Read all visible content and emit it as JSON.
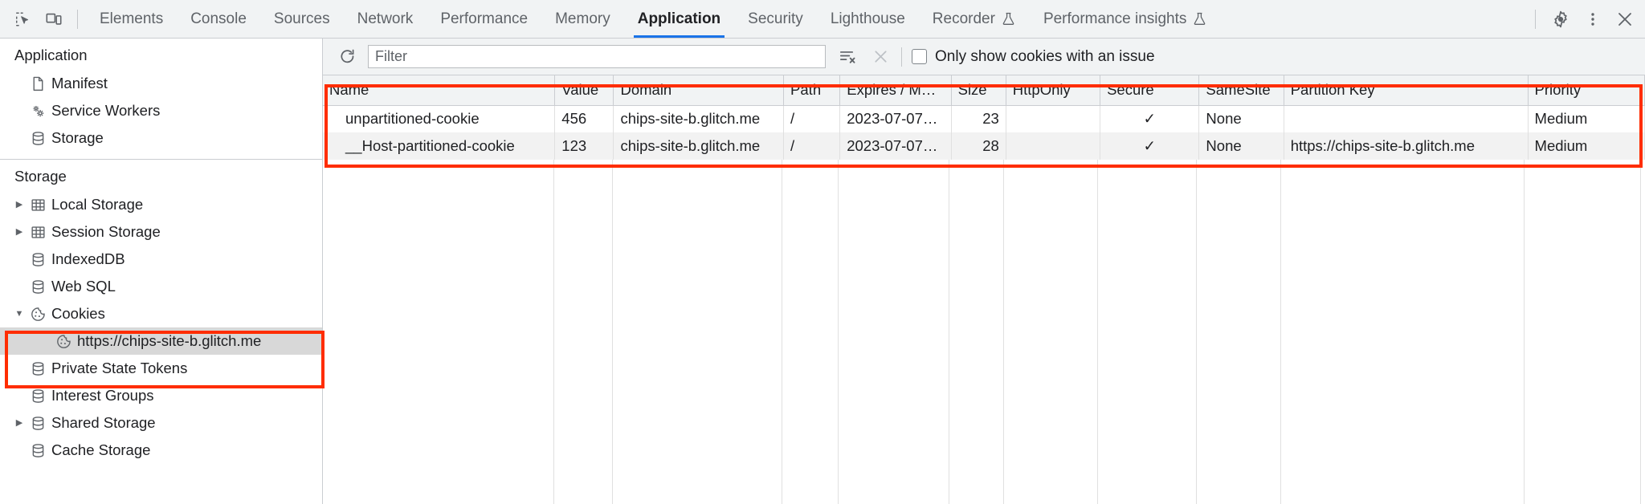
{
  "toolbar": {
    "left_icons": [
      {
        "name": "inspect-element-icon",
        "label": "Inspect element"
      },
      {
        "name": "device-toolbar-icon",
        "label": "Toggle device toolbar"
      }
    ],
    "tabs": [
      {
        "label": "Elements",
        "active": false,
        "experimental": false
      },
      {
        "label": "Console",
        "active": false,
        "experimental": false
      },
      {
        "label": "Sources",
        "active": false,
        "experimental": false
      },
      {
        "label": "Network",
        "active": false,
        "experimental": false
      },
      {
        "label": "Performance",
        "active": false,
        "experimental": false
      },
      {
        "label": "Memory",
        "active": false,
        "experimental": false
      },
      {
        "label": "Application",
        "active": true,
        "experimental": false
      },
      {
        "label": "Security",
        "active": false,
        "experimental": false
      },
      {
        "label": "Lighthouse",
        "active": false,
        "experimental": false
      },
      {
        "label": "Recorder",
        "active": false,
        "experimental": true
      },
      {
        "label": "Performance insights",
        "active": false,
        "experimental": true
      }
    ],
    "right_icons": [
      {
        "name": "settings-gear-icon",
        "label": "Settings"
      },
      {
        "name": "more-options-icon",
        "label": "Customize and control DevTools"
      },
      {
        "name": "close-devtools-icon",
        "label": "Close DevTools"
      }
    ],
    "active_tab_underline_color": "#1a73e8"
  },
  "sidebar": {
    "sections": [
      {
        "title": "Application",
        "items": [
          {
            "label": "Manifest",
            "icon": "manifest-document-icon",
            "arrow": "none",
            "depth": 1,
            "selected": false
          },
          {
            "label": "Service Workers",
            "icon": "service-workers-gears-icon",
            "arrow": "none",
            "depth": 1,
            "selected": false
          },
          {
            "label": "Storage",
            "icon": "database-icon",
            "arrow": "none",
            "depth": 1,
            "selected": false
          }
        ]
      },
      {
        "title": "Storage",
        "items": [
          {
            "label": "Local Storage",
            "icon": "table-grid-icon",
            "arrow": "collapsed",
            "depth": 1,
            "selected": false
          },
          {
            "label": "Session Storage",
            "icon": "table-grid-icon",
            "arrow": "collapsed",
            "depth": 1,
            "selected": false
          },
          {
            "label": "IndexedDB",
            "icon": "database-icon",
            "arrow": "none",
            "depth": 1,
            "selected": false
          },
          {
            "label": "Web SQL",
            "icon": "database-icon",
            "arrow": "none",
            "depth": 1,
            "selected": false
          },
          {
            "label": "Cookies",
            "icon": "cookie-icon",
            "arrow": "expanded",
            "depth": 1,
            "selected": false
          },
          {
            "label": "https://chips-site-b.glitch.me",
            "icon": "cookie-icon",
            "arrow": "none",
            "depth": 2,
            "selected": true
          },
          {
            "label": "Private State Tokens",
            "icon": "database-icon",
            "arrow": "none",
            "depth": 1,
            "selected": false
          },
          {
            "label": "Interest Groups",
            "icon": "database-icon",
            "arrow": "none",
            "depth": 1,
            "selected": false
          },
          {
            "label": "Shared Storage",
            "icon": "database-icon",
            "arrow": "collapsed",
            "depth": 1,
            "selected": false
          },
          {
            "label": "Cache Storage",
            "icon": "database-icon",
            "arrow": "none",
            "depth": 1,
            "selected": false
          }
        ]
      }
    ]
  },
  "filterbar": {
    "refresh_label": "Refresh",
    "filter_placeholder": "Filter",
    "filter_value": "",
    "clear_filtered_label": "Clear filtered cookies",
    "clear_all_label": "Clear all cookies",
    "only_issues_label": "Only show cookies with an issue",
    "only_issues_checked": false
  },
  "table": {
    "columns": [
      {
        "key": "name",
        "label": "Name"
      },
      {
        "key": "value",
        "label": "Value"
      },
      {
        "key": "domain",
        "label": "Domain"
      },
      {
        "key": "path",
        "label": "Path"
      },
      {
        "key": "expires",
        "label": "Expires / M…"
      },
      {
        "key": "size",
        "label": "Size"
      },
      {
        "key": "httponly",
        "label": "HttpOnly"
      },
      {
        "key": "secure",
        "label": "Secure"
      },
      {
        "key": "samesite",
        "label": "SameSite"
      },
      {
        "key": "partitionkey",
        "label": "Partition Key"
      },
      {
        "key": "priority",
        "label": "Priority"
      }
    ],
    "rows": [
      {
        "name": "unpartitioned-cookie",
        "value": "456",
        "domain": "chips-site-b.glitch.me",
        "path": "/",
        "expires": "2023-07-07…",
        "size": "23",
        "httponly": "",
        "secure": "✓",
        "samesite": "None",
        "partitionkey": "",
        "priority": "Medium"
      },
      {
        "name": "__Host-partitioned-cookie",
        "value": "123",
        "domain": "chips-site-b.glitch.me",
        "path": "/",
        "expires": "2023-07-07…",
        "size": "28",
        "httponly": "",
        "secure": "✓",
        "samesite": "None",
        "partitionkey": "https://chips-site-b.glitch.me",
        "priority": "Medium"
      }
    ]
  },
  "annotations": {
    "color": "#ff2d00",
    "boxes": [
      {
        "name": "cookies-tree-highlight",
        "target": "sidebar cookies + selected origin"
      },
      {
        "name": "cookie-table-highlight",
        "target": "cookie table header and rows"
      }
    ]
  }
}
